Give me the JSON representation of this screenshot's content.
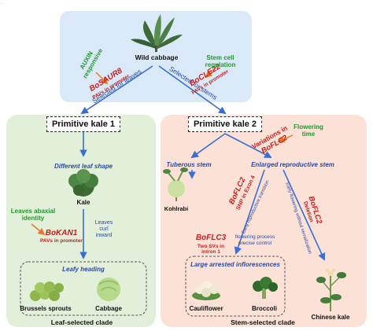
{
  "top_cut_text": "...",
  "wild_cabbage": "Wild cabbage",
  "auxin_responsive": [
    "AUXIN",
    "responsive"
  ],
  "stem_cell_regulation": [
    "Stem cell",
    "regulation"
  ],
  "bosaur8": {
    "gene": "BoSAUR8",
    "note": "PAVs in promoter"
  },
  "bocle22": {
    "gene": "BoCLE22",
    "note": "PAVs in promoter"
  },
  "selected_for_leaves": "Selected for leaves",
  "selected_for_stems": "Selected for stems",
  "primitive_kale_1": "Primitive kale 1",
  "primitive_kale_2": "Primitive kale 2",
  "different_leaf_shape": "Different leaf shape",
  "kale": "Kale",
  "leaves_abaxial_identity": [
    "Leaves abaxial",
    "identity"
  ],
  "bokan1": {
    "gene": "BoKAN1",
    "note": "PAVs in promoter"
  },
  "leaves_curl_inward": [
    "Leaves",
    "curl",
    "inward"
  ],
  "leafy_heading": "Leafy heading",
  "brussels_sprouts": "Brussels sprouts",
  "cabbage": "Cabbage",
  "leaf_selected_clade": "Leaf-selected clade",
  "flowering_time": [
    "Flowering",
    "time"
  ],
  "variations_in": "Variations in",
  "boflc2_top": "BoFLC2",
  "tuberous_stem": "Tuberous stem",
  "enlarged_reproductive_stem": "Enlarged reproductive stem",
  "kohlrabi": "Kohlrabi",
  "boflc2_snp": {
    "gene": "BoFLC2",
    "note": "SNP in Exon 4"
  },
  "early_reproductive_transition": "Early reproductive transition",
  "boflc2_deletion": {
    "gene": "BoFLC2",
    "note": "Deletion"
  },
  "early_flowering_without_vernalization": "Early flowering without vernalization",
  "boflc3": {
    "gene": "BoFLC3",
    "note": [
      "Two SVs in",
      "intron 1"
    ]
  },
  "flowering_process_precise_control": [
    "flowering process",
    "precise control"
  ],
  "large_arrested_inflorescences": "Large arrested inflorescences",
  "cauliflower": "Cauliflower",
  "broccoli": "Broccoli",
  "chinese_kale": "Chinese kale",
  "stem_selected_clade": "Stem-selected clade",
  "colors": {
    "top_panel": "#d9e9f8",
    "left_panel": "#e3f0d9",
    "right_panel": "#fbe1d6",
    "arrow_blue": "#3a6fd0",
    "arrow_orange": "#e5782a",
    "gene_red": "#c81e1e",
    "note_green": "#1f9a2a",
    "note_blue": "#2a4aa8"
  }
}
